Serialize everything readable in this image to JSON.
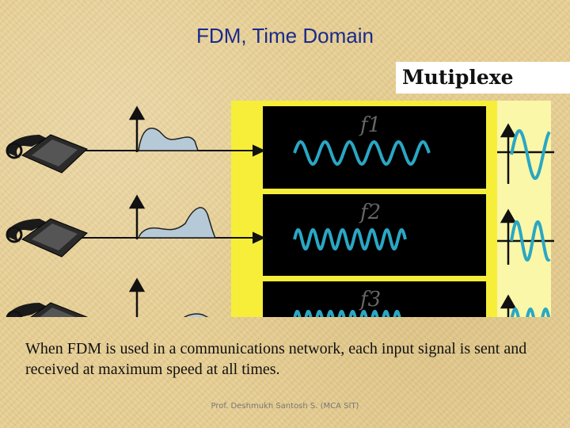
{
  "slide": {
    "title": "FDM, Time Domain",
    "body_text": "When FDM is used in a communications network, each input signal is sent and received at maximum speed at all times.",
    "footer": "Prof. Deshmukh Santosh S. (MCA SIT)"
  },
  "figure": {
    "heading": "Mutiplexe",
    "channels": [
      {
        "label": "f1",
        "wave_color": "#2aa7c4"
      },
      {
        "label": "f2",
        "wave_color": "#2aa7c4"
      },
      {
        "label": "f3",
        "wave_color": "#2aa7c4"
      }
    ],
    "colors": {
      "yellow_panel": "#f7ee3a",
      "channel_box": "#000000",
      "output_panel": "#fbf7a8",
      "spectrum_fill": "#b5c9d6"
    }
  }
}
